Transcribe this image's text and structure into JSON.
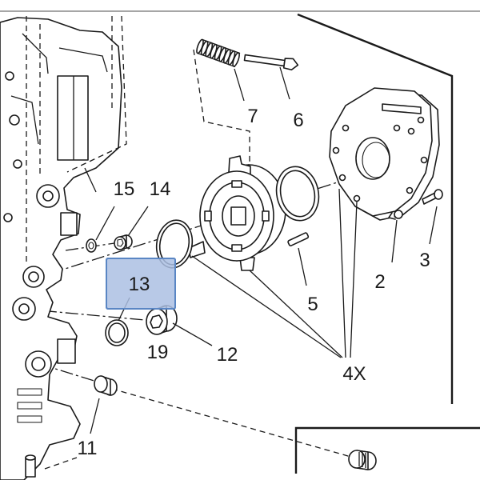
{
  "callouts": [
    {
      "label": "7"
    },
    {
      "label": "6"
    },
    {
      "label": "15"
    },
    {
      "label": "14"
    },
    {
      "label": "13",
      "highlighted": true
    },
    {
      "label": "2"
    },
    {
      "label": "3"
    },
    {
      "label": "5"
    },
    {
      "label": "19"
    },
    {
      "label": "12"
    },
    {
      "label": "4X"
    },
    {
      "label": "11"
    }
  ],
  "colors": {
    "highlight_fill": "#abc0e3",
    "highlight_border": "#5a86c4"
  }
}
